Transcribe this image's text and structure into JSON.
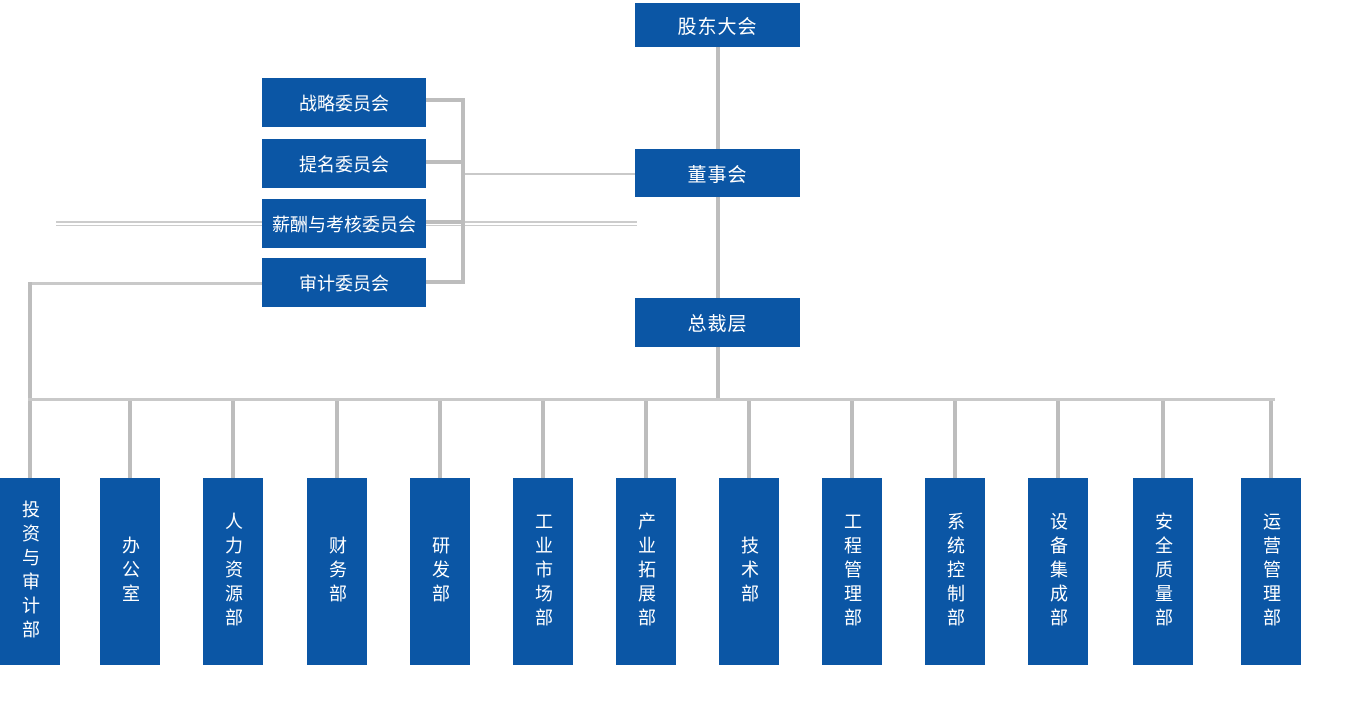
{
  "org": {
    "top": {
      "label": "股东大会"
    },
    "board": {
      "label": "董事会"
    },
    "president": {
      "label": "总裁层"
    },
    "committees": [
      {
        "label": "战略委员会"
      },
      {
        "label": "提名委员会"
      },
      {
        "label": "薪酬与考核委员会"
      },
      {
        "label": "审计委员会"
      }
    ],
    "departments": [
      {
        "label": "投资与审计部"
      },
      {
        "label": "办公室"
      },
      {
        "label": "人力资源部"
      },
      {
        "label": "财务部"
      },
      {
        "label": "研发部"
      },
      {
        "label": "工业市场部"
      },
      {
        "label": "产业拓展部"
      },
      {
        "label": "技术部"
      },
      {
        "label": "工程管理部"
      },
      {
        "label": "系统控制部"
      },
      {
        "label": "设备集成部"
      },
      {
        "label": "安全质量部"
      },
      {
        "label": "运营管理部"
      }
    ]
  },
  "colors": {
    "node_blue": "#0b56a5",
    "node_text": "#ffffff",
    "connector_gray": "#bdbdbd",
    "connector_light_gray": "#cccccc",
    "background": "#ffffff"
  }
}
